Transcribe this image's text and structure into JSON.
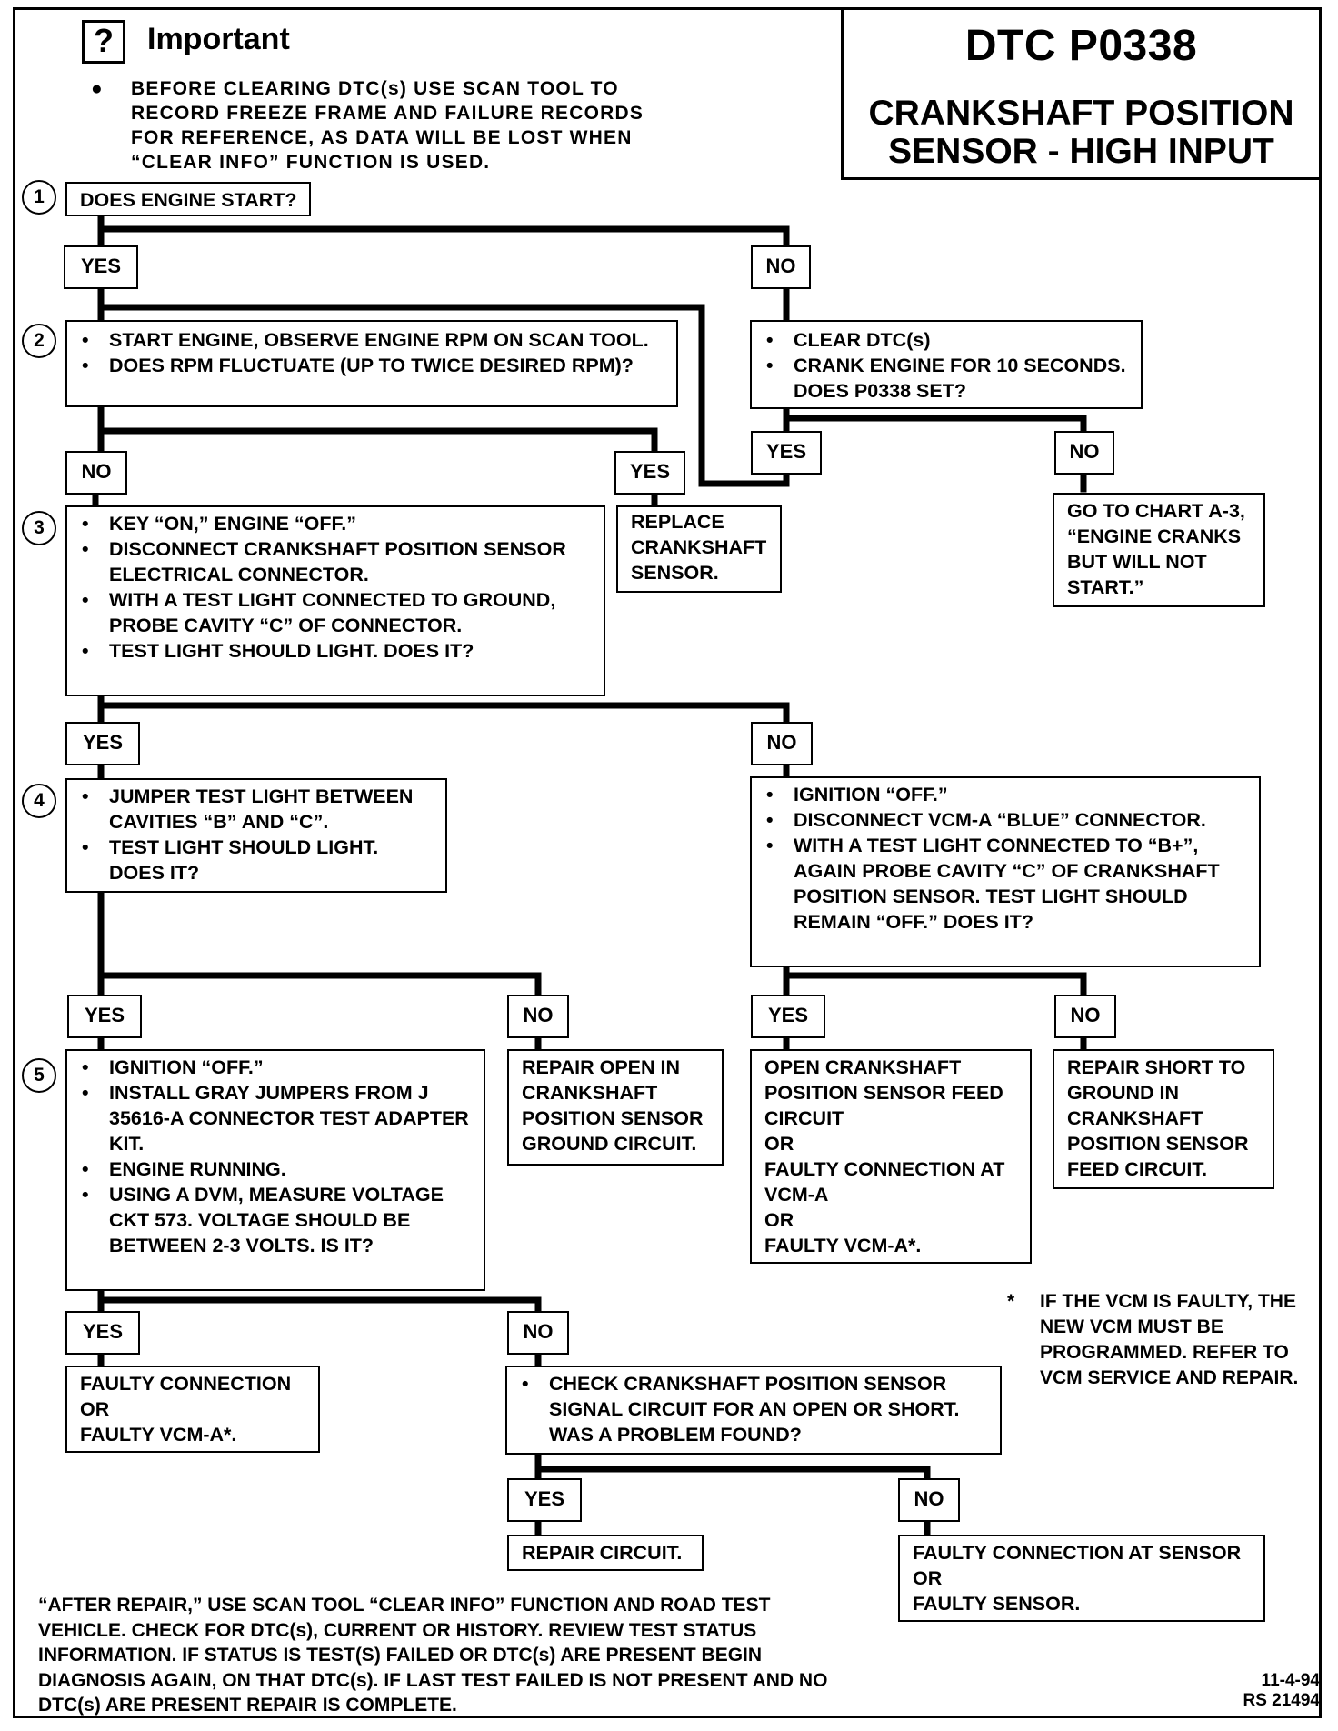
{
  "title": {
    "code": "DTC P0338",
    "name_line1": "CRANKSHAFT POSITION",
    "name_line2": "SENSOR - HIGH INPUT"
  },
  "important": {
    "icon_glyph": "?",
    "icon_name": "important-icon",
    "heading": "Important",
    "bullet": "BEFORE CLEARING DTC(s) USE SCAN TOOL TO RECORD FREEZE FRAME AND FAILURE RECORDS FOR REFERENCE, AS DATA WILL BE LOST WHEN “CLEAR INFO” FUNCTION IS USED."
  },
  "steps": {
    "s1": {
      "number": "1",
      "text": "DOES ENGINE START?"
    },
    "s2": {
      "number": "2",
      "bullets": [
        "START ENGINE, OBSERVE ENGINE RPM ON SCAN TOOL.",
        "DOES RPM FLUCTUATE (UP TO TWICE DESIRED RPM)?"
      ]
    },
    "s2_no_start": {
      "bullets": [
        "CLEAR DTC(s)",
        "CRANK ENGINE FOR 10 SECONDS. DOES P0338 SET?"
      ]
    },
    "s3": {
      "number": "3",
      "bullets": [
        "KEY “ON,” ENGINE “OFF.”",
        "DISCONNECT CRANKSHAFT POSITION SENSOR ELECTRICAL CONNECTOR.",
        "WITH A TEST LIGHT CONNECTED TO GROUND, PROBE CAVITY “C” OF CONNECTOR.",
        "TEST LIGHT SHOULD LIGHT. DOES IT?"
      ]
    },
    "s4": {
      "number": "4",
      "bullets": [
        "JUMPER TEST LIGHT BETWEEN CAVITIES “B” AND “C”.",
        "TEST LIGHT SHOULD LIGHT. DOES IT?"
      ]
    },
    "s4_no": {
      "bullets": [
        "IGNITION “OFF.”",
        "DISCONNECT VCM-A “BLUE” CONNECTOR.",
        "WITH A TEST LIGHT CONNECTED TO “B+”, AGAIN PROBE CAVITY “C” OF CRANKSHAFT POSITION SENSOR. TEST LIGHT SHOULD REMAIN “OFF.” DOES IT?"
      ]
    },
    "s5": {
      "number": "5",
      "bullets": [
        "IGNITION “OFF.”",
        "INSTALL GRAY JUMPERS FROM J 35616-A CONNECTOR TEST ADAPTER KIT.",
        "ENGINE RUNNING.",
        "USING A DVM, MEASURE VOLTAGE CKT 573. VOLTAGE SHOULD BE BETWEEN 2-3 VOLTS. IS IT?"
      ]
    },
    "check_signal": {
      "bullets": [
        "CHECK CRANKSHAFT POSITION SENSOR SIGNAL CIRCUIT FOR AN OPEN OR SHORT. WAS A PROBLEM FOUND?"
      ]
    }
  },
  "results": {
    "replace_sensor": "REPLACE\nCRANKSHAFT\nSENSOR.",
    "go_to_chart": "GO TO CHART A-3,\n“ENGINE CRANKS\nBUT WILL NOT\nSTART.”",
    "repair_open_ground": "REPAIR OPEN IN\nCRANKSHAFT\nPOSITION SENSOR\nGROUND CIRCUIT.",
    "open_feed": "OPEN CRANKSHAFT\nPOSITION SENSOR FEED\nCIRCUIT\nOR\nFAULTY CONNECTION AT\nVCM-A\nOR\nFAULTY VCM-A*.",
    "repair_short_feed": "REPAIR SHORT TO\nGROUND IN\nCRANKSHAFT\nPOSITION SENSOR\nFEED CIRCUIT.",
    "faulty_connection_vcm": "FAULTY CONNECTION\nOR\nFAULTY VCM-A*.",
    "repair_circuit": "REPAIR CIRCUIT.",
    "faulty_sensor": "FAULTY CONNECTION AT SENSOR\nOR\nFAULTY SENSOR."
  },
  "labels": {
    "yes": "YES",
    "no": "NO"
  },
  "note": {
    "star": "*",
    "text": "IF THE VCM IS FAULTY, THE\nNEW VCM MUST BE\nPROGRAMMED. REFER TO\nVCM SERVICE AND REPAIR."
  },
  "footer": "“AFTER REPAIR,” USE SCAN TOOL “CLEAR INFO” FUNCTION AND ROAD TEST VEHICLE. CHECK FOR DTC(s), CURRENT OR HISTORY. REVIEW TEST STATUS INFORMATION. IF STATUS IS TEST(S) FAILED OR DTC(s) ARE PRESENT BEGIN DIAGNOSIS AGAIN, ON THAT DTC(s). IF LAST TEST FAILED IS NOT PRESENT AND NO DTC(s) ARE PRESENT REPAIR IS COMPLETE.",
  "date": "11-4-94",
  "ref": "RS 21494"
}
